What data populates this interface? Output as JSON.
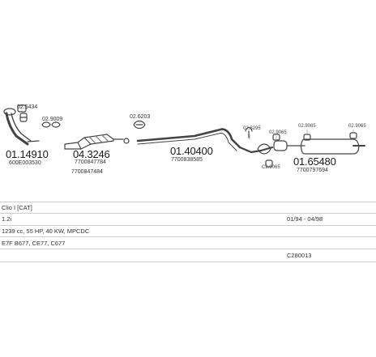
{
  "parts": {
    "p1": {
      "code": "01.14910",
      "ref": "600E003530",
      "clamp": "02.5434"
    },
    "p2": {
      "code": "04.3246",
      "ref1": "7700847784",
      "ref2": "7700847484",
      "clamp": "02.9009"
    },
    "p3": {
      "code": "01.40400",
      "ref": "7700838585",
      "clamp": "02.6203"
    },
    "p4": {
      "code": "01.65480",
      "ref": "7700797694",
      "clamp_a": "02.8295",
      "clamp_b": "02.9065",
      "clamp_c": "C2.9065",
      "clamp_d": "02.9065",
      "clamp_e": "02.9065"
    }
  },
  "info": {
    "model": "Clio I [CAT]",
    "engine": "1.2i",
    "details": "1239 cc, 55 HP, 40 KW, MPCDC",
    "codes": "E7F B677, CE77, C677",
    "years": "01/94 - 04/98",
    "catalog": "C280013"
  }
}
